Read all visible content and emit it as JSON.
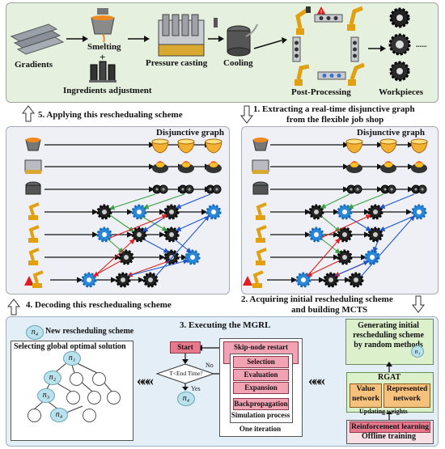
{
  "top_process": {
    "gradients": "Gradients",
    "smelting": "Smelting",
    "plus": "+",
    "ingredients": "Ingredients adjustment",
    "pressure_casting": "Pressure casting",
    "cooling": "Cooling",
    "post_processing": "Post-Processing",
    "workpieces": "Workpieces",
    "dots": "......"
  },
  "steps": {
    "step1": "1. Extracting a real-time disjunctive graph",
    "step1b": "from the flexible job shop",
    "step2": "2. Acquiring initial rescheduling scheme",
    "step2b": "and building MCTS",
    "step3": "3. Executing the MGRL",
    "step4": "4. Decoding this reschedualing scheme",
    "step5": "5. Applying this reschedualing scheme"
  },
  "disjunctive_left": {
    "title": "Disjunctive graph"
  },
  "disjunctive_right": {
    "title": "Disjunctive graph"
  },
  "mgrl": {
    "new_scheme": "New rescheduling scheme",
    "select_global": "Selecting global optimal solution",
    "start": "Start",
    "decision": "T<End Time?",
    "no": "No",
    "yes": "Yes",
    "skip_node": "Skip-node restart strategy",
    "selection": "Selection",
    "evaluation": "Evaluation",
    "expansion": "Expansion",
    "backpropagation": "Backpropagation",
    "simulation": "Simulation process",
    "one_iteration": "One iteration",
    "chevrons": "«««",
    "generating": "Generating initial rescheduling scheme by random methods",
    "rgat": "RGAT",
    "value_network": "Value network",
    "represented_network": "Represented network",
    "updating": "Updating weights",
    "reinforcement": "Reinforcement learning",
    "offline": "Offline training"
  },
  "tree_nodes": {
    "n1": "n₁",
    "n2": "n₂",
    "n3": "n₃",
    "n4": "n₄"
  },
  "colors": {
    "red": "#e02020",
    "green": "#3aa040",
    "blue": "#1f55c8",
    "black": "#111111"
  }
}
